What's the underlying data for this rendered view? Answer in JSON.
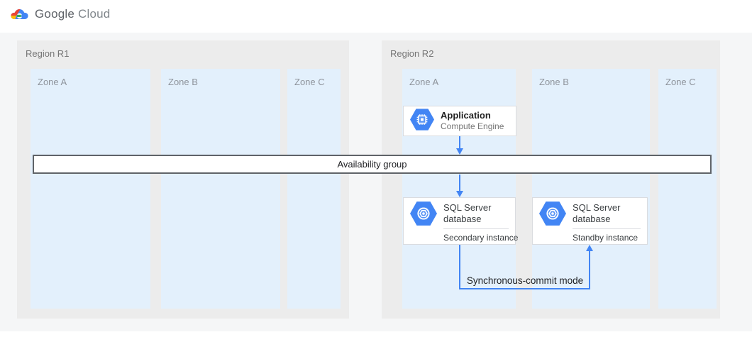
{
  "header": {
    "product_google": "Google",
    "product_cloud": "Cloud"
  },
  "regions": [
    {
      "label": "Region R1",
      "zones": [
        {
          "label": "Zone A"
        },
        {
          "label": "Zone B"
        },
        {
          "label": "Zone C"
        }
      ]
    },
    {
      "label": "Region R2",
      "zones": [
        {
          "label": "Zone A"
        },
        {
          "label": "Zone B"
        },
        {
          "label": "Zone C"
        }
      ]
    }
  ],
  "availability_group": {
    "label": "Availability group"
  },
  "nodes": {
    "application": {
      "title": "Application",
      "subtitle": "Compute Engine",
      "icon": "compute-engine-icon"
    },
    "sql_secondary": {
      "title": "SQL Server database",
      "instance": "Secondary instance",
      "icon": "sql-server-database-icon"
    },
    "sql_standby": {
      "title": "SQL Server database",
      "instance": "Standby instance",
      "icon": "sql-server-database-icon"
    }
  },
  "connections": {
    "app_to_availability_group": "arrow-down",
    "availability_group_to_secondary": "arrow-down",
    "secondary_to_standby_label": "Synchronous-commit mode"
  },
  "colors": {
    "zone_fill": "#e3f0fc",
    "region_fill": "#ececec",
    "backdrop": "#f5f6f7",
    "node_border": "#dadce0",
    "availability_border": "#5f6368",
    "arrow_blue": "#4285f4",
    "hexagon_blue": "#4285f4",
    "logo_red": "#ea4335",
    "logo_yellow": "#fbbc05",
    "logo_green": "#34a853",
    "logo_blue": "#4285f4"
  }
}
